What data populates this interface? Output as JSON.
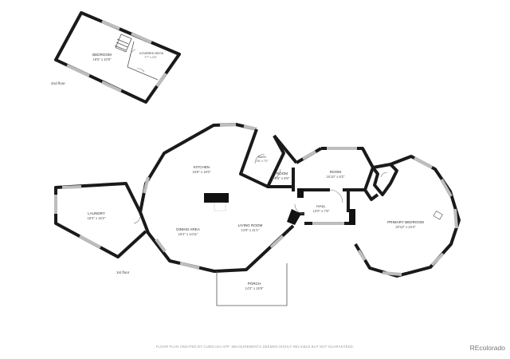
{
  "floors": {
    "second": "2nd floor",
    "first": "1st floor"
  },
  "rooms": {
    "bedroom": {
      "name": "BEDROOM",
      "dims": "19'5\" x 10'8\""
    },
    "covered_deck": {
      "name": "COVERED DECK",
      "dims": "7'7\" x 3'4\""
    },
    "kitchen": {
      "name": "KITCHEN",
      "dims": "15'8\" x 19'0\""
    },
    "bath": {
      "name": "BATH",
      "dims": "5'5\" x 7'0\""
    },
    "room_a": {
      "name": "ROOM",
      "dims": "5'5\" x 8'8\""
    },
    "room_b": {
      "name": "ROOM",
      "dims": "15'10\" x 8'2\""
    },
    "laundry": {
      "name": "LAUNDRY",
      "dims": "18'3\" x 15'2\""
    },
    "dining": {
      "name": "DINING AREA",
      "dims": "16'2\" x 14'11\""
    },
    "living": {
      "name": "LIVING ROOM",
      "dims": "14'9\" x 21'1\""
    },
    "hall": {
      "name": "HALL",
      "dims": "13'0\" x 7'5\""
    },
    "primary_bedroom": {
      "name": "PRIMARY BEDROOM",
      "dims": "20'10\" x 24'4\""
    },
    "porch": {
      "name": "PORCH",
      "dims": "14'2\" x 15'9\""
    }
  },
  "footer": {
    "disclaimer": "FLOOR PLAN CREATED BY CUBICASA APP. MEASUREMENTS DEEMED HIGHLY RELIABLE BUT NOT GUARANTEED.",
    "brand": "REcolorado"
  }
}
